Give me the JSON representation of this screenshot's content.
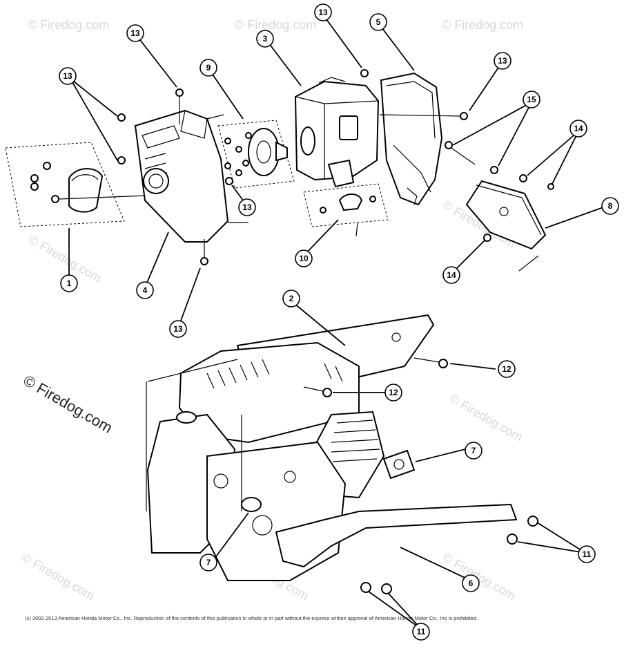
{
  "watermark": {
    "text": "© Firedog.com",
    "big_text": "© Firedog.com"
  },
  "copyright": "(c) 2002-2013 American Honda Motor Co., Inc. Reproduction of the contents of this publication in whole or in part without the express written approval of American Honda Motor Co., Inc is prohibited.",
  "callouts": [
    {
      "id": "c1",
      "label": "1"
    },
    {
      "id": "c2",
      "label": "2"
    },
    {
      "id": "c3",
      "label": "3"
    },
    {
      "id": "c4",
      "label": "4"
    },
    {
      "id": "c5",
      "label": "5"
    },
    {
      "id": "c6",
      "label": "6"
    },
    {
      "id": "c7a",
      "label": "7"
    },
    {
      "id": "c7b",
      "label": "7"
    },
    {
      "id": "c8",
      "label": "8"
    },
    {
      "id": "c9",
      "label": "9"
    },
    {
      "id": "c10",
      "label": "10"
    },
    {
      "id": "c11a",
      "label": "11"
    },
    {
      "id": "c11b",
      "label": "11"
    },
    {
      "id": "c12a",
      "label": "12"
    },
    {
      "id": "c12b",
      "label": "12"
    },
    {
      "id": "c13a",
      "label": "13"
    },
    {
      "id": "c13b",
      "label": "13"
    },
    {
      "id": "c13c",
      "label": "13"
    },
    {
      "id": "c13d",
      "label": "13"
    },
    {
      "id": "c13e",
      "label": "13"
    },
    {
      "id": "c13f",
      "label": "13"
    },
    {
      "id": "c14a",
      "label": "14"
    },
    {
      "id": "c14b",
      "label": "14"
    },
    {
      "id": "c15",
      "label": "15"
    }
  ]
}
